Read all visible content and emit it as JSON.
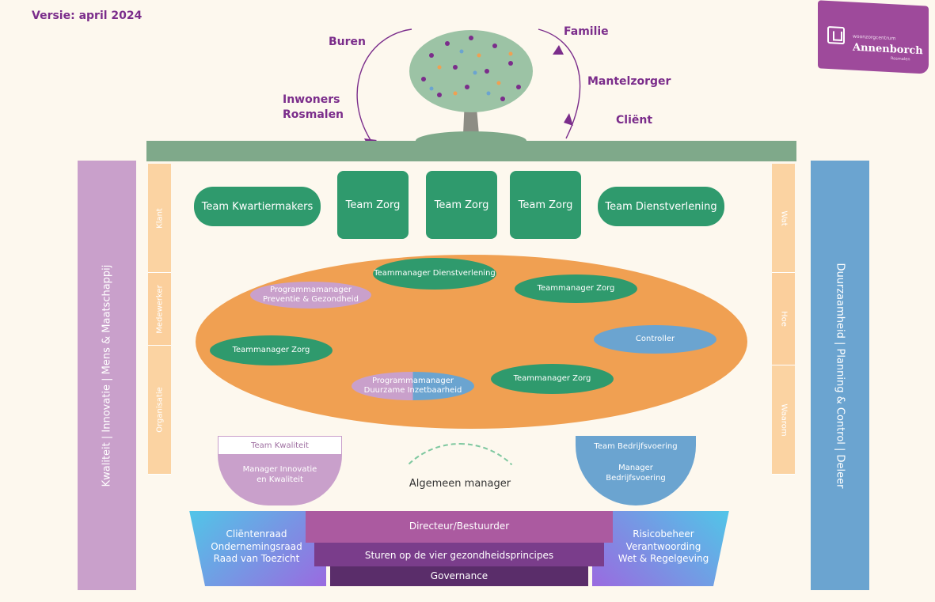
{
  "version": "Versie: april 2024",
  "logo": {
    "small_text": "woonzorgcentrum",
    "name": "Annenborch",
    "sub_text": "Rosmalen"
  },
  "circle_labels": {
    "buren": "Buren",
    "familie": "Familie",
    "mantelzorger": "Mantelzorger",
    "inwoners": "Inwoners",
    "rosmalen": "Rosmalen",
    "client": "Cliënt"
  },
  "left_bar": "Kwaliteit | Innovatie | Mens & Maatschappij",
  "right_bar": "Duurzaamheid | Planning & Control | Deleer",
  "left_bands": [
    "Klant",
    "Medewerker",
    "Organisatie"
  ],
  "right_bands": [
    "Wat",
    "Hoe",
    "Waarom"
  ],
  "teams": [
    "Team Kwartiermakers",
    "Team Zorg",
    "Team Zorg",
    "Team Zorg",
    "Team Dienstverlening"
  ],
  "ovals": {
    "tm_dienst": "Teammanager Dienstverlening",
    "pm_preventie": "Programmamanager Preventie & Gezondheid",
    "tm_zorg_1": "Teammanager Zorg",
    "controller": "Controller",
    "tm_zorg_2": "Teammanager Zorg",
    "pm_duurzaam": "Programmamanager Duurzame Inzetbaarheid",
    "tm_zorg_3": "Teammanager Zorg"
  },
  "team_kwaliteit": "Team Kwaliteit",
  "manager_innovatie": "Manager Innovatie en Kwaliteit",
  "algemeen_manager": "Algemeen manager",
  "team_bedrijfsvoering": "Team Bedrijfsvoering",
  "manager_bedrijfsvoering": "Manager Bedrijfsvoering",
  "bottom_left": [
    "Cliëntenraad",
    "Ondernemingsraad",
    "Raad van Toezicht"
  ],
  "bottom_right": [
    "Risicobeheer",
    "Verantwoording",
    "Wet & Regelgeving"
  ],
  "directeur": "Directeur/Bestuurder",
  "sturen": "Sturen op de vier gezondheidsprincipes",
  "governance": "Governance"
}
